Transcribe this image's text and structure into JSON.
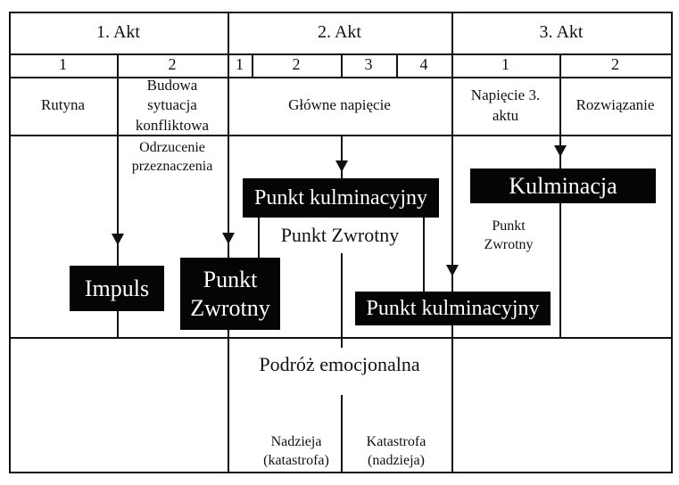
{
  "acts": [
    {
      "label": "1. Akt",
      "scenes": [
        "1",
        "2"
      ],
      "phases": [
        "Rutyna",
        "Budowa sytuacja konfliktowa"
      ]
    },
    {
      "label": "2. Akt",
      "scenes": [
        "1",
        "2",
        "3",
        "4"
      ],
      "phases": [
        "Główne napięcie"
      ]
    },
    {
      "label": "3. Akt",
      "scenes": [
        "1",
        "2"
      ],
      "phases": [
        "Napięcie 3. aktu",
        "Rozwiązanie"
      ]
    }
  ],
  "events": {
    "odrzucenie_przeznaczenia": "Odrzucenie przeznaczenia",
    "impuls": "Impuls",
    "punkt_zwrotny_act1": "Punkt Zwrotny",
    "punkt_kulminacyjny_act2_early": "Punkt kulminacyjny",
    "punkt_zwrotny_act2": "Punkt Zwrotny",
    "punkt_kulminacyjny_act2_late": "Punkt kulminacyjny",
    "kulminacja": "Kulminacja",
    "punkt_zwrotny_act3": "Punkt Zwrotny"
  },
  "emotional_journey": {
    "title": "Podróż emocjonalna",
    "hope": "Nadzieja (katastrofa)",
    "catastrophe": "Katastrofa (nadzieja)"
  },
  "colors": {
    "ink": "#111111",
    "paper": "#ffffff",
    "event_box_bg": "#050505",
    "event_box_text": "#ffffff"
  }
}
